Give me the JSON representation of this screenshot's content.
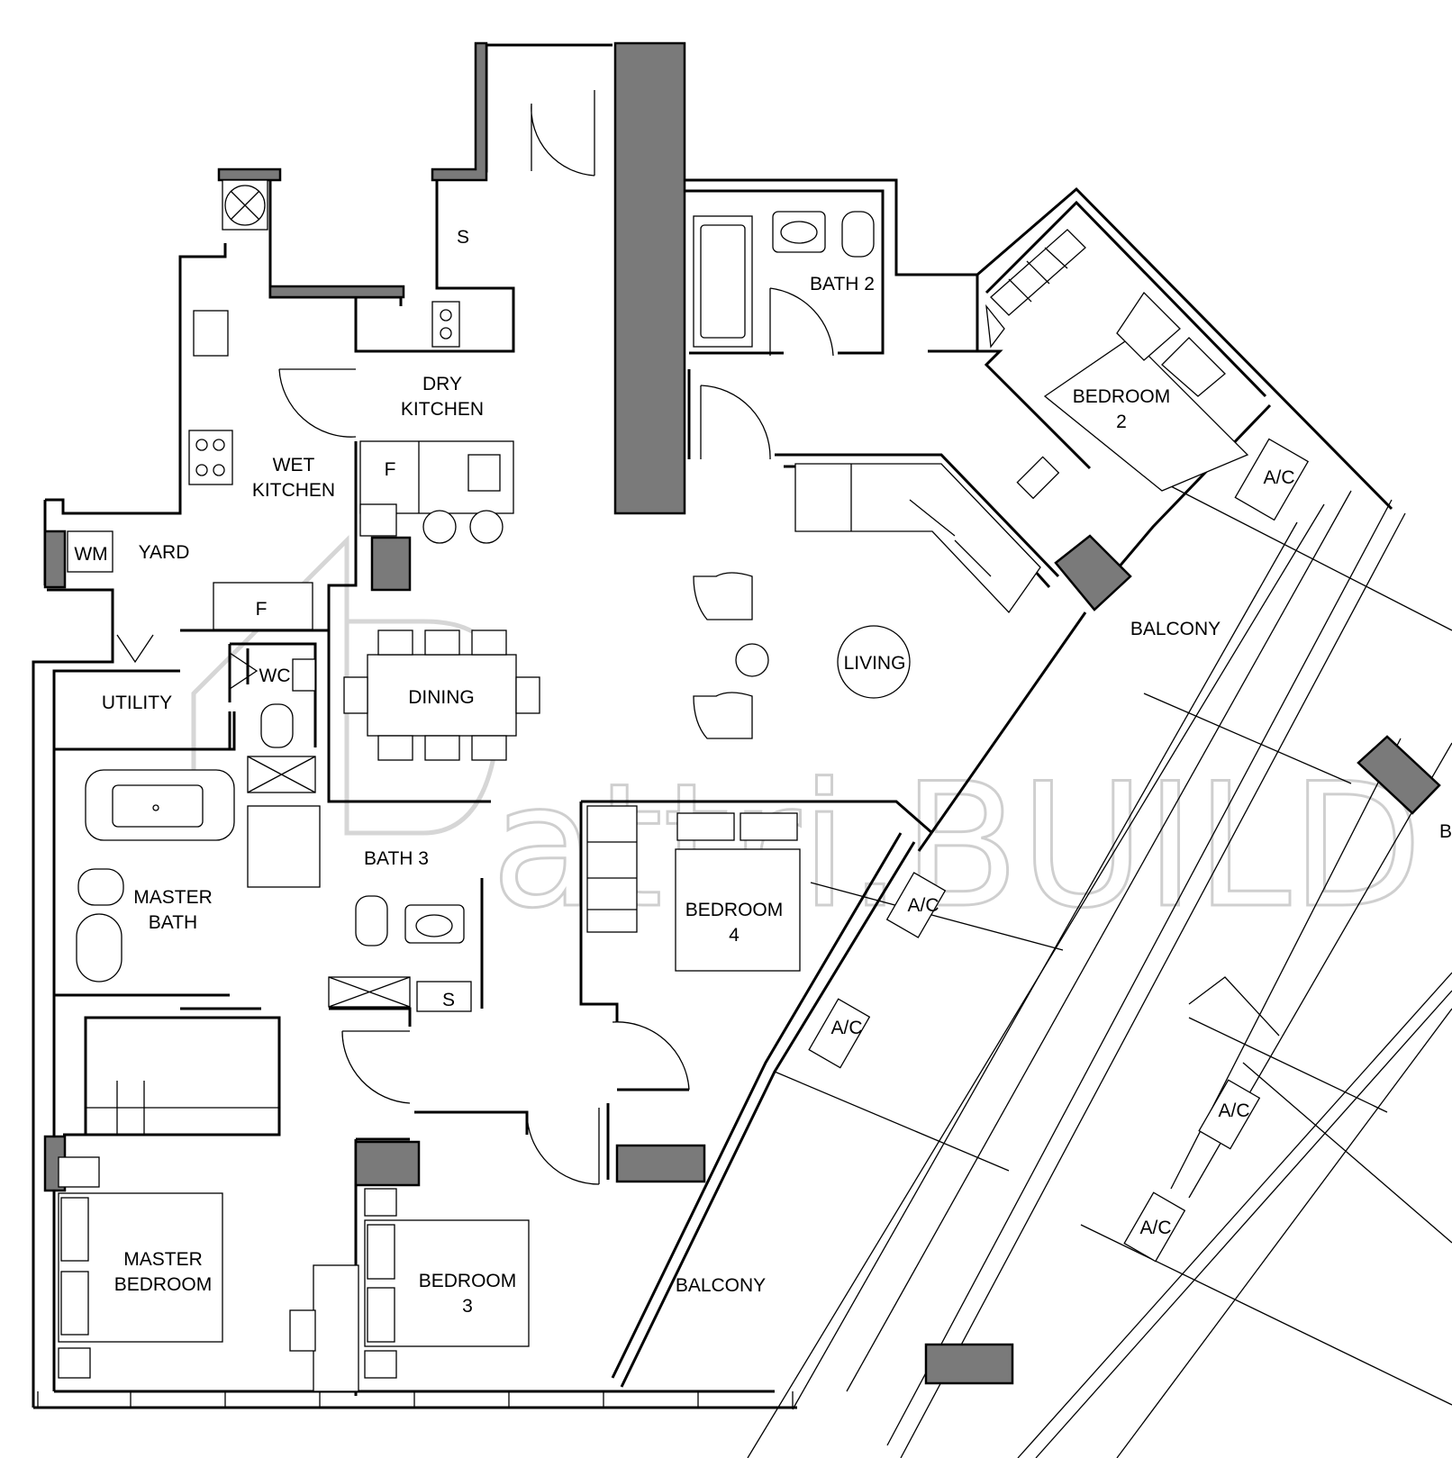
{
  "watermark": "attri.BUILD",
  "rooms": {
    "bath2": "BATH 2",
    "bedroom2_a": "BEDROOM",
    "bedroom2_b": "2",
    "dry_kitchen_a": "DRY",
    "dry_kitchen_b": "KITCHEN",
    "wet_kitchen_a": "WET",
    "wet_kitchen_b": "KITCHEN",
    "fridge1": "F",
    "fridge2": "F",
    "store1": "S",
    "store2": "S",
    "wm": "WM",
    "yard": "YARD",
    "utility": "UTILITY",
    "wc": "WC",
    "dining": "DINING",
    "living": "LIVING",
    "balcony1": "BALCONY",
    "balcony2": "BALCONY",
    "ac1": "A/C",
    "ac2": "A/C",
    "ac3": "A/C",
    "ac4": "A/C",
    "ac5": "A/C",
    "bath3": "BATH 3",
    "master_bath_a": "MASTER",
    "master_bath_b": "BATH",
    "bedroom4_a": "BEDROOM",
    "bedroom4_b": "4",
    "master_bedroom_a": "MASTER",
    "master_bedroom_b": "BEDROOM",
    "bedroom3_a": "BEDROOM",
    "bedroom3_b": "3",
    "edge_letter": "B"
  }
}
